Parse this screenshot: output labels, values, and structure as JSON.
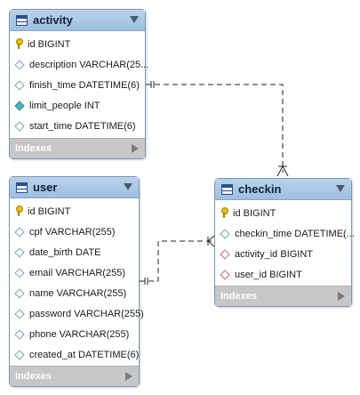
{
  "entities": {
    "activity": {
      "title": "activity",
      "fields": [
        {
          "text": "id BIGINT",
          "icon": "primary-key-icon"
        },
        {
          "text": "description VARCHAR(25...",
          "icon": "column-diamond-icon"
        },
        {
          "text": "finish_time DATETIME(6)",
          "icon": "column-diamond-icon"
        },
        {
          "text": "limit_people INT",
          "icon": "not-null-column-icon"
        },
        {
          "text": "start_time DATETIME(6)",
          "icon": "column-diamond-icon"
        }
      ],
      "indexes_label": "Indexes"
    },
    "user": {
      "title": "user",
      "fields": [
        {
          "text": "id BIGINT",
          "icon": "primary-key-icon"
        },
        {
          "text": "cpf VARCHAR(255)",
          "icon": "column-diamond-icon"
        },
        {
          "text": "date_birth DATE",
          "icon": "column-diamond-icon"
        },
        {
          "text": "email VARCHAR(255)",
          "icon": "column-diamond-icon"
        },
        {
          "text": "name VARCHAR(255)",
          "icon": "column-diamond-icon"
        },
        {
          "text": "password VARCHAR(255)",
          "icon": "column-diamond-icon"
        },
        {
          "text": "phone VARCHAR(255)",
          "icon": "column-diamond-icon"
        },
        {
          "text": "created_at DATETIME(6)",
          "icon": "column-diamond-icon"
        }
      ],
      "indexes_label": "Indexes"
    },
    "checkin": {
      "title": "checkin",
      "fields": [
        {
          "text": "id BIGINT",
          "icon": "primary-key-icon"
        },
        {
          "text": "checkin_time DATETIME(...",
          "icon": "column-diamond-icon"
        },
        {
          "text": "activity_id BIGINT",
          "icon": "foreign-key-icon"
        },
        {
          "text": "user_id BIGINT",
          "icon": "foreign-key-icon"
        }
      ],
      "indexes_label": "Indexes"
    }
  },
  "relationships": [
    {
      "from": "activity",
      "to": "checkin",
      "from_cardinality": "one",
      "to_cardinality": "many",
      "line_style": "dashed"
    },
    {
      "from": "user",
      "to": "checkin",
      "from_cardinality": "one",
      "to_cardinality": "many",
      "line_style": "dashed"
    }
  ],
  "colors": {
    "header": "#a8c6e4",
    "border": "#7e97b1",
    "indexes_bar": "#c7c7c7",
    "key": "#e8c000",
    "foreign_key": "#c56a6a"
  }
}
